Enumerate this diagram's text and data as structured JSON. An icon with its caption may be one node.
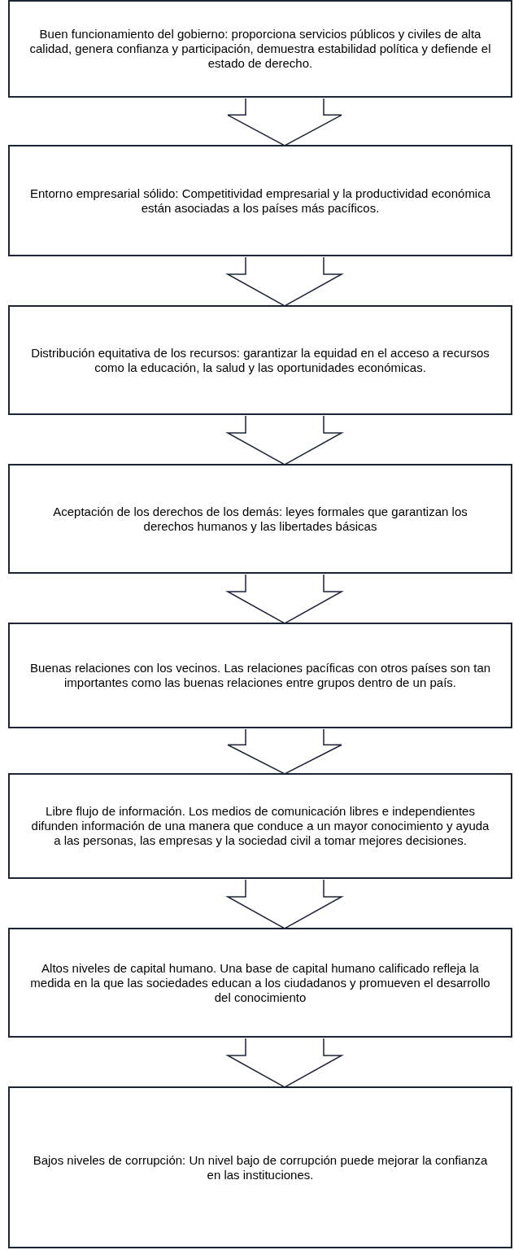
{
  "diagram": {
    "nodes": [
      {
        "text": [
          "Buen funcionamiento del gobierno: proporciona servicios públicos y civiles de alta calidad, genera confianza y participación, demuestra estabilidad política y defiende el estado de derecho."
        ]
      },
      {
        "text": [
          "Entorno empresarial sólido: Competitividad empresarial y la productividad económica están asociadas a los países más pacíficos."
        ]
      },
      {
        "text": [
          "Distribución equitativa de los recursos: garantizar la equidad en el acceso a recursos como la educación, la salud y las oportunidades económicas."
        ]
      },
      {
        "text": [
          "Aceptación de los derechos de los demás: leyes formales que garantizan los derechos humanos y las libertades básicas"
        ]
      },
      {
        "text": [
          "Buenas relaciones con los vecinos. Las relaciones pacíficas con otros países son tan importantes como las buenas relaciones entre grupos dentro de un país."
        ]
      },
      {
        "text": [
          "Libre flujo de información. Los medios de comunicación libres e independientes difunden información de una manera que conduce a un mayor conocimiento y ayuda a las personas, las empresas y la sociedad civil a tomar mejores decisiones."
        ]
      },
      {
        "text": [
          "Altos niveles de capital humano. Una base de capital humano calificado refleja la medida en la que las sociedades educan a los ciudadanos y promueven el desarrollo del conocimiento"
        ]
      },
      {
        "text": [
          "Bajos niveles de corrupción: Un nivel bajo de corrupción puede mejorar la confianza en las instituciones."
        ]
      }
    ],
    "edges": [
      {
        "from": 0,
        "to": 1,
        "arrow": "to"
      },
      {
        "from": 1,
        "to": 2,
        "arrow": "to"
      },
      {
        "from": 2,
        "to": 3,
        "arrow": "to"
      },
      {
        "from": 3,
        "to": 4,
        "arrow": "to"
      },
      {
        "from": 4,
        "to": 5,
        "arrow": "to"
      },
      {
        "from": 5,
        "to": 6,
        "arrow": "to"
      },
      {
        "from": 6,
        "to": 7,
        "arrow": "to"
      }
    ]
  }
}
